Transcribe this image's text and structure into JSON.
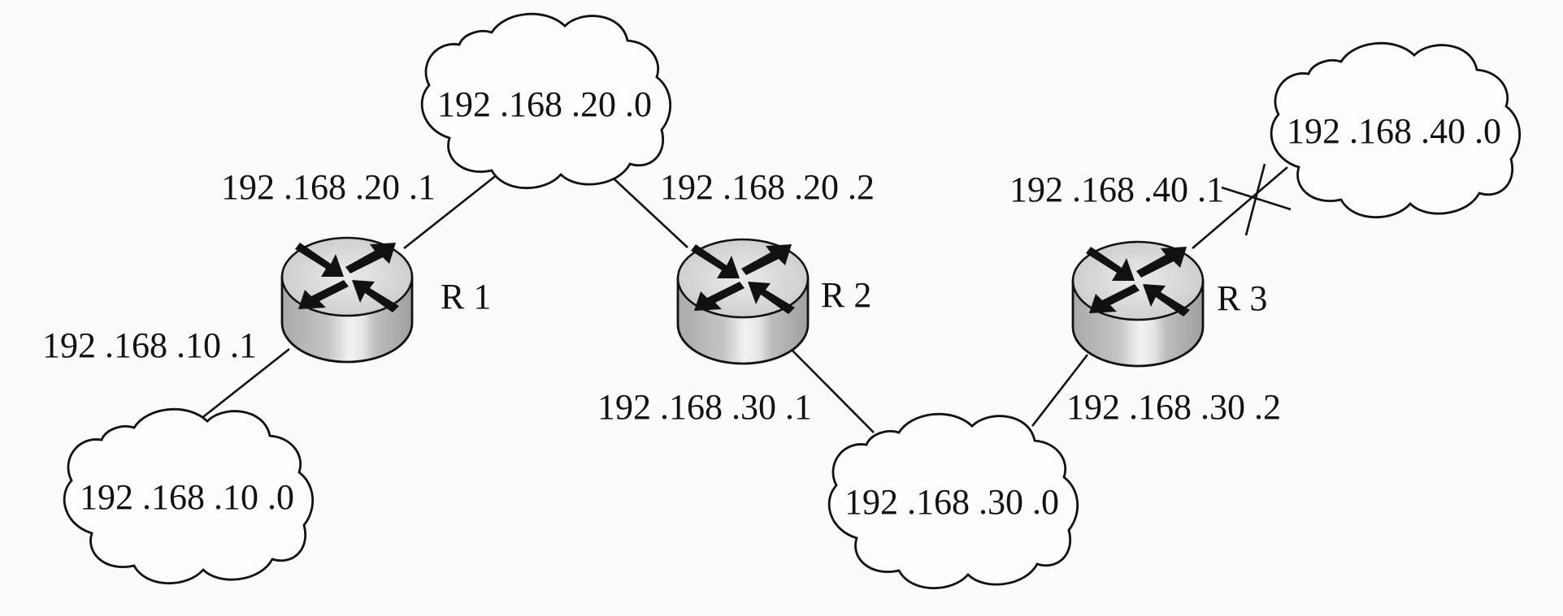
{
  "diagram": {
    "type": "network-topology",
    "networks": [
      {
        "id": "net10",
        "label": "192 .168 .10 .0"
      },
      {
        "id": "net20",
        "label": "192 .168 .20 .0"
      },
      {
        "id": "net30",
        "label": "192 .168 .30 .0"
      },
      {
        "id": "net40",
        "label": "192 .168 .40 .0"
      }
    ],
    "routers": [
      {
        "id": "R1",
        "label": "R 1"
      },
      {
        "id": "R2",
        "label": "R 2"
      },
      {
        "id": "R3",
        "label": "R 3"
      }
    ],
    "interfaces": [
      {
        "router": "R1",
        "network": "net10",
        "label": "192 .168 .10 .1"
      },
      {
        "router": "R1",
        "network": "net20",
        "label": "192 .168 .20 .1"
      },
      {
        "router": "R2",
        "network": "net20",
        "label": "192 .168 .20 .2"
      },
      {
        "router": "R2",
        "network": "net30",
        "label": "192 .168 .30 .1"
      },
      {
        "router": "R3",
        "network": "net30",
        "label": "192 .168 .30 .2"
      },
      {
        "router": "R3",
        "network": "net40",
        "label": "192 .168 .40 .1",
        "status": "down"
      }
    ],
    "colors": {
      "line": "#111111",
      "background": "#fbfbfb",
      "router_body": "#b8b8b8",
      "router_top": "#d6d6d6"
    }
  }
}
